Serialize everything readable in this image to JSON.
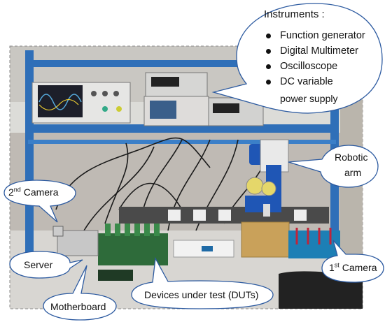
{
  "callouts": {
    "instruments_title": "Instruments :",
    "instruments": [
      "Function generator",
      "Digital Multimeter",
      "Oscilloscope",
      "DC variable",
      "power supply"
    ],
    "robotic_arm_line1": "Robotic",
    "robotic_arm_line2": "arm",
    "second_camera_prefix": "2",
    "second_camera_sup": "nd",
    "second_camera_suffix": " Camera",
    "first_camera_prefix": "1",
    "first_camera_sup": "st",
    "first_camera_suffix": " Camera",
    "server": "Server",
    "motherboard": "Motherboard",
    "duts": "Devices under test (DUTs)"
  },
  "colors": {
    "frame_blue": "#2f6fb8",
    "callout_border": "#2c5aa0",
    "bench_foam": "#c9a15a",
    "board_green": "#2e6b3a"
  }
}
